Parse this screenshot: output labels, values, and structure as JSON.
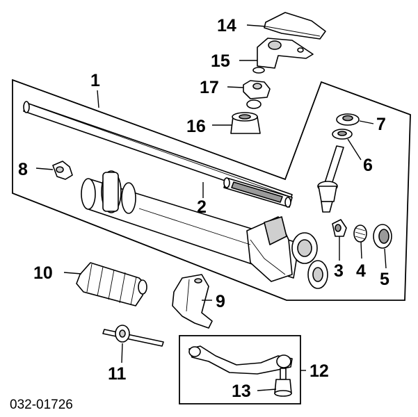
{
  "callouts": {
    "c1": "1",
    "c2": "2",
    "c3": "3",
    "c4": "4",
    "c5": "5",
    "c6": "6",
    "c7": "7",
    "c8": "8",
    "c9": "9",
    "c10": "10",
    "c11": "11",
    "c12": "12",
    "c13": "13",
    "c14": "14",
    "c15": "15",
    "c16": "16",
    "c17": "17"
  },
  "reference": "032-01726"
}
